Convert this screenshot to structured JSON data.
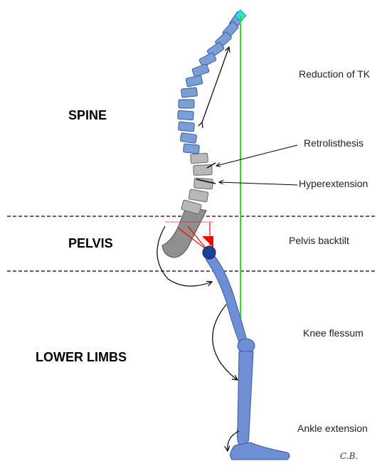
{
  "regions": {
    "spine": "SPINE",
    "pelvis": "PELVIS",
    "lower_limbs": "LOWER LIMBS"
  },
  "annotations": {
    "reduction_tk": "Reduction of TK",
    "retrolisthesis": "Retrolisthesis",
    "hyperextension": "Hyperextension",
    "pelvis_backtilt": "Pelvis backtilt",
    "knee_flessum": "Knee flessum",
    "ankle_extension": "Ankle extension"
  },
  "signature": "C.B.",
  "colors": {
    "vertebra_blue": "#7a9fd6",
    "vertebra_gray": "#b8b8b8",
    "bone_blue": "#6f8fd4",
    "plumb_line": "#33dd33",
    "pelvis_marker": "#ff0000",
    "femoral_head": "#1f3f9a",
    "apex_marker": "#33dddd"
  }
}
